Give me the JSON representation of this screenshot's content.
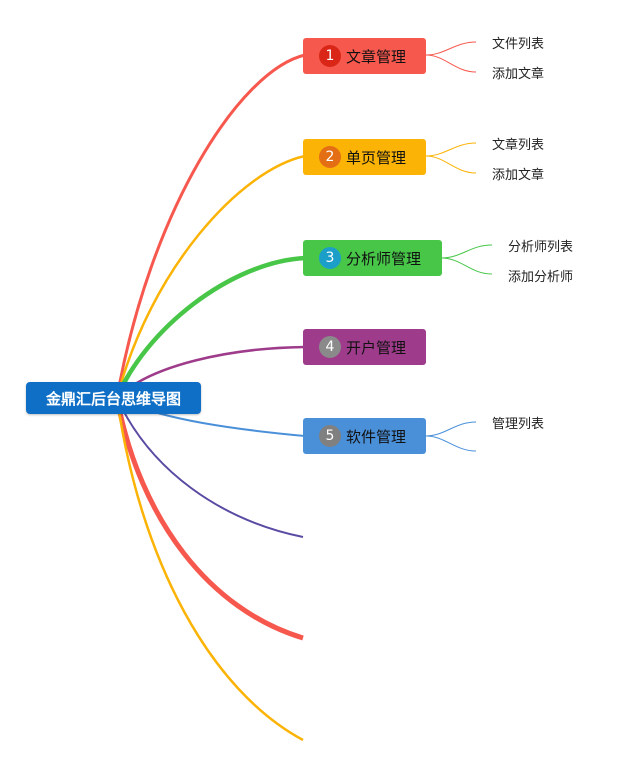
{
  "root": {
    "label": "金鼎汇后台思维导图"
  },
  "branches": [
    {
      "num": "1",
      "label": "文章管理",
      "color": "#f6584e",
      "badge_color": "#d92617",
      "children": [
        "文件列表",
        "添加文章"
      ]
    },
    {
      "num": "2",
      "label": "单页管理",
      "color": "#fbb306",
      "badge_color": "#e36e13",
      "children": [
        "文章列表",
        "添加文章"
      ]
    },
    {
      "num": "3",
      "label": "分析师管理",
      "color": "#47c648",
      "badge_color": "#1b9fc9",
      "children": [
        "分析师列表",
        "添加分析师"
      ]
    },
    {
      "num": "4",
      "label": "开户管理",
      "color": "#9e3c8b",
      "badge_color": "#8a8a8a",
      "children": []
    },
    {
      "num": "5",
      "label": "软件管理",
      "color": "#4a90d9",
      "badge_color": "#808080",
      "children": [
        "管理列表"
      ]
    }
  ],
  "extra_edge_colors": [
    "#5a4aa3",
    "#f6584e",
    "#fbb306"
  ]
}
